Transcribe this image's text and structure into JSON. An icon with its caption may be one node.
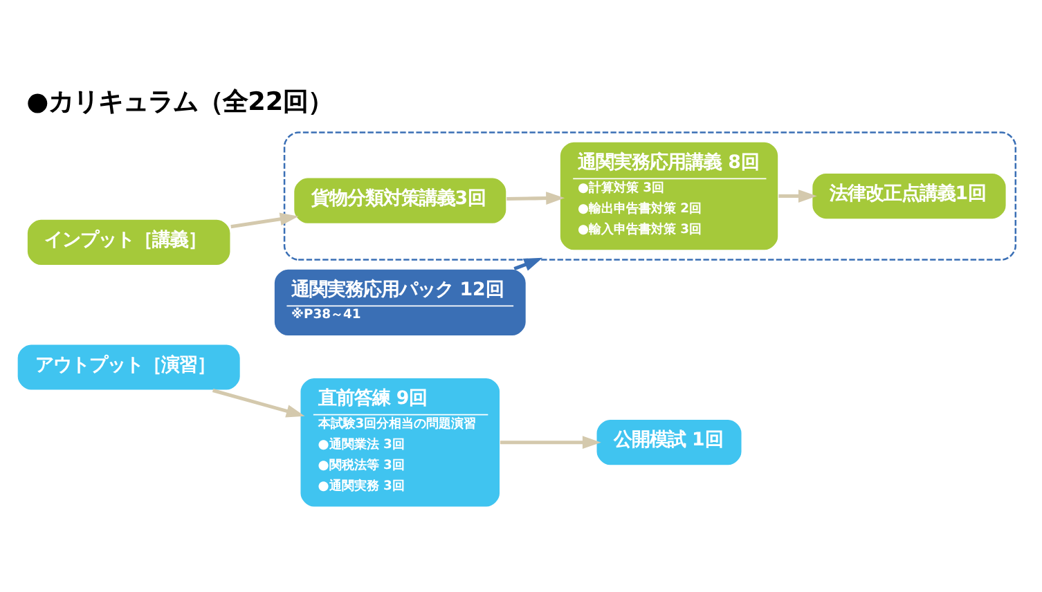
{
  "diagram": {
    "title": "●カリキュラム（全22回）",
    "nodes": [
      {
        "text": [
          "インプット［講義］"
        ]
      },
      {
        "text": [],
        "shape": "box"
      },
      {
        "text": [
          "貨物分類対策講義3回"
        ],
        "in": 1
      },
      {
        "text": [
          "通関実務応用講義 8回",
          "●計算対策 3回",
          "●輸出申告書対策 2回",
          "●輸入申告書対策 3回"
        ],
        "in": 1
      },
      {
        "text": [
          "法律改正点講義1回"
        ],
        "in": 1
      },
      {
        "text": [
          "アウトプット［演習］"
        ]
      },
      {
        "text": [
          "通関実務応用パック 12回",
          "※P38～41"
        ]
      },
      {
        "text": [
          "直前答練 9回",
          "本試験3回分相当の問題演習",
          "●通関業法 3回",
          "●関税法等 3回",
          "●通関実務 3回"
        ]
      },
      {
        "text": [
          "公開模試 1回"
        ]
      }
    ],
    "edges": [
      {
        "from": 0,
        "to": 2,
        "arrow": "to"
      },
      {
        "from": 2,
        "to": 3,
        "arrow": "to"
      },
      {
        "from": 3,
        "to": 4,
        "arrow": "to"
      },
      {
        "from": 6,
        "to": 1,
        "arrow": "to",
        "color": "#3a6fb5"
      },
      {
        "from": 5,
        "to": 7,
        "arrow": "to"
      },
      {
        "from": 7,
        "to": 8,
        "arrow": "to"
      }
    ]
  }
}
